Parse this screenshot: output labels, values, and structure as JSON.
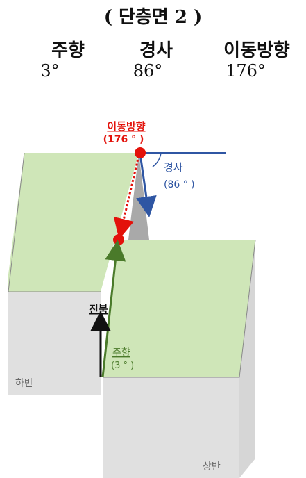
{
  "header": {
    "title": "( 단층면 2 )",
    "columns": [
      {
        "label": "주향",
        "value": "3°"
      },
      {
        "label": "경사",
        "value": "86°"
      },
      {
        "label": "이동방향",
        "value": "176°"
      }
    ]
  },
  "diagram": {
    "movement_label": "이동방향",
    "movement_value": "(176 ° )",
    "dip_label": "경사",
    "dip_value": "(86 ° )",
    "north_label": "진북",
    "strike_label": "주향",
    "strike_value": "(3 ° )",
    "footwall_label": "하반",
    "hangingwall_label": "상반"
  },
  "colors": {
    "top_face": "#cfe6b8",
    "side_face": "#e0e0e0",
    "edge": "#777777",
    "movement": "#e3120b",
    "dip": "#2f56a3",
    "strike": "#4a7a2a",
    "north": "#111111"
  }
}
